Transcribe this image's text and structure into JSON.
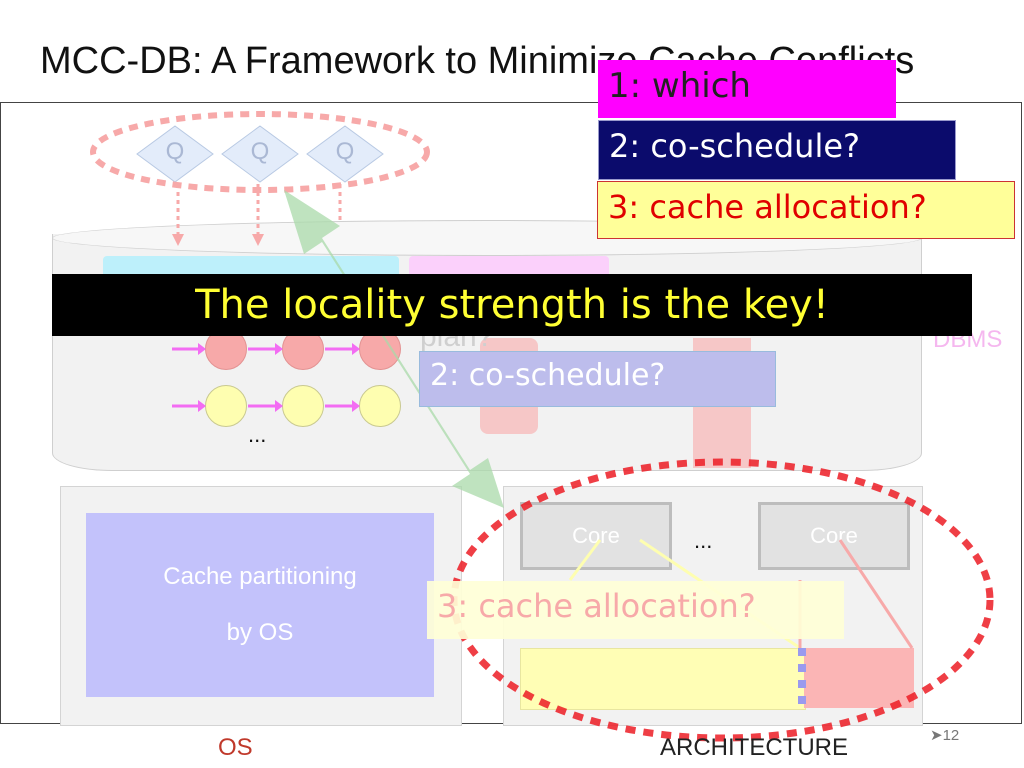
{
  "title": "MCC-DB: A Framework to Minimize Cache Conflicts",
  "queries": [
    "Q",
    "Q",
    "Q"
  ],
  "dbms": {
    "label": "DBMS",
    "plan_text": "plan?",
    "ellipsis": "..."
  },
  "os": {
    "label": "OS",
    "partition_line1": "Cache partitioning",
    "partition_line2": "by OS"
  },
  "architecture": {
    "label": "ARCHITECTURE",
    "cores": [
      "Core",
      "Core"
    ],
    "ellipsis": "..."
  },
  "questions": {
    "q1": "1: which",
    "q2": "2: co-schedule?",
    "q3": "3: cache allocation?"
  },
  "banner": "The locality strength is the key!",
  "page_number": "12",
  "colors": {
    "which": "#ff00ff",
    "cosched": "#0b0b6c",
    "cache": "#ffff99",
    "banner_text": "#ffff33"
  }
}
